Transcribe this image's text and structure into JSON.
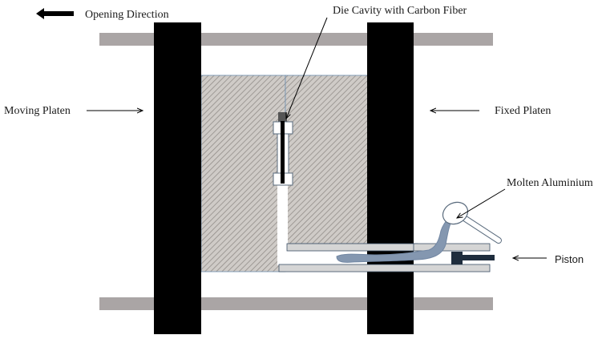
{
  "labels": {
    "opening_direction": "Opening Direction",
    "die_cavity": "Die Cavity with Carbon Fiber",
    "moving_platen": "Moving Platen",
    "fixed_platen": "Fixed Platen",
    "molten_aluminium": "Molten Aluminium",
    "piston": "Piston"
  },
  "colors": {
    "platen": "#000000",
    "tie_bar": "#aaa5a5",
    "die_fill": "#c9c5c1",
    "die_hatch": "#8f8a86",
    "die_border": "#6f8fb0",
    "molten_metal": "#8497b0",
    "piston": "#1f2d3d",
    "shot_sleeve": "#d5d5d5",
    "shot_sleeve_border": "#3b4f66",
    "arrow": "#000000"
  },
  "icons": {
    "opening_arrow": "bold-left-arrow-icon",
    "ladle": "ladle-icon"
  }
}
